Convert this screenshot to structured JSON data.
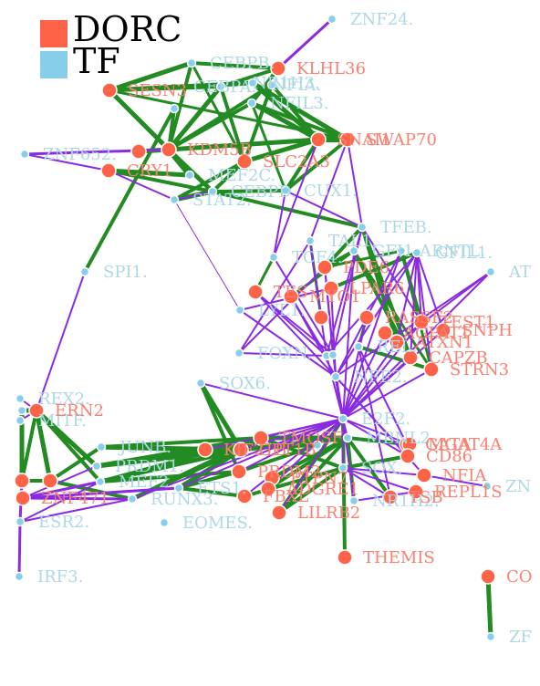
{
  "legend": [
    {
      "label": "DORC",
      "color": "#ff6347"
    },
    {
      "label": "TF",
      "color": "#87ceeb"
    }
  ],
  "colors": {
    "dorc_node": "#ff6347",
    "tf_node": "#87ceeb",
    "dorc_label": "#fa8072",
    "tf_label": "#add8e6",
    "edge_green": "#228b22",
    "edge_purple": "#8a2be2"
  },
  "nodes": [
    {
      "id": "ZNF24",
      "label": "ZNF24.",
      "type": "tf"
    },
    {
      "id": "CEBPB",
      "label": "CEBPB.",
      "type": "tf"
    },
    {
      "id": "KLHL36",
      "label": "KLHL36",
      "type": "dorc"
    },
    {
      "id": "SESN3",
      "label": "SESN3",
      "type": "dorc"
    },
    {
      "id": "CEBPA",
      "label": "CEBPA.",
      "type": "tf"
    },
    {
      "id": "NFIL3",
      "label": "NFIL3.",
      "type": "tf"
    },
    {
      "id": "NR1H3",
      "label": "NR1H3.",
      "type": "tf"
    },
    {
      "id": "NFIA",
      "label": "NFIA.",
      "type": "tf"
    },
    {
      "id": "SNAI1",
      "label": "SNAI1",
      "type": "dorc"
    },
    {
      "id": "SWAP70",
      "label": "SWAP70",
      "type": "dorc"
    },
    {
      "id": "ZNF652",
      "label": "ZNF652.",
      "type": "tf"
    },
    {
      "id": "CRY1",
      "label": "CRY1",
      "type": "dorc"
    },
    {
      "id": "KDM5B",
      "label": "KDM5B",
      "type": "dorc"
    },
    {
      "id": "SLC2A3",
      "label": "SLC2A3",
      "type": "dorc"
    },
    {
      "id": "MEF2C",
      "label": "MEF2C.",
      "type": "tf"
    },
    {
      "id": "STAT2",
      "label": "STAT2.",
      "type": "tf"
    },
    {
      "id": "CEBPD",
      "label": "CEBPD.",
      "type": "tf"
    },
    {
      "id": "CUX1",
      "label": "CUX1.",
      "type": "tf"
    },
    {
      "id": "TFEB",
      "label": "TFEB.",
      "type": "tf"
    },
    {
      "id": "TAL1",
      "label": "TAL1.",
      "type": "tf"
    },
    {
      "id": "TCF4",
      "label": "TCF4.",
      "type": "tf"
    },
    {
      "id": "ARNTL",
      "label": "ARNTL.",
      "type": "tf"
    },
    {
      "id": "GFI1",
      "label": "GFI1.",
      "type": "tf"
    },
    {
      "id": "GFIL1",
      "label": "GFIL1.",
      "type": "tf"
    },
    {
      "id": "AT",
      "label": "AT",
      "type": "tf"
    },
    {
      "id": "SPI1",
      "label": "SPI1.",
      "type": "tf"
    },
    {
      "id": "LYL1",
      "label": "LYL1.",
      "type": "tf"
    },
    {
      "id": "FOXN",
      "label": "FOXN.",
      "type": "tf"
    },
    {
      "id": "SOX6",
      "label": "SOX6.",
      "type": "tf"
    },
    {
      "id": "PDE6",
      "label": "PDE6",
      "type": "dorc"
    },
    {
      "id": "TES",
      "label": "TES",
      "type": "dorc"
    },
    {
      "id": "MYO1",
      "label": "MYO1",
      "type": "dorc"
    },
    {
      "id": "LPAR6",
      "label": "LPAR6",
      "type": "dorc"
    },
    {
      "id": "RASSF2",
      "label": "RASSF2",
      "type": "dorc"
    },
    {
      "id": "TEST1",
      "label": "TEST1",
      "type": "dorc"
    },
    {
      "id": "SNPH",
      "label": "SNPH",
      "type": "dorc"
    },
    {
      "id": "ATXN1",
      "label": "ATXN1",
      "type": "dorc"
    },
    {
      "id": "AGPAT1",
      "label": "AGPAT1",
      "type": "dorc"
    },
    {
      "id": "CAPZB",
      "label": "CAPZB",
      "type": "dorc"
    },
    {
      "id": "STRN3",
      "label": "STRN3",
      "type": "dorc"
    },
    {
      "id": "NFE2",
      "label": "NFE2.",
      "type": "tf"
    },
    {
      "id": "E2F2",
      "label": "E2F2.",
      "type": "tf"
    },
    {
      "id": "REL",
      "label": "REL.",
      "type": "tf"
    },
    {
      "id": "REX2",
      "label": "REX2.",
      "type": "tf"
    },
    {
      "id": "MITF",
      "label": "MITF.",
      "type": "tf"
    },
    {
      "id": "ERN2",
      "label": "ERN2",
      "type": "dorc"
    },
    {
      "id": "JUNB",
      "label": "JUNB.",
      "type": "tf"
    },
    {
      "id": "PRDM1",
      "label": "PRDM1.",
      "type": "tf"
    },
    {
      "id": "MEF2",
      "label": "MEF2.",
      "type": "tf"
    },
    {
      "id": "RUNX3",
      "label": "RUNX3.",
      "type": "tf"
    },
    {
      "id": "ETS1",
      "label": "ETS1.",
      "type": "tf"
    },
    {
      "id": "EOMES",
      "label": "EOMES.",
      "type": "tf"
    },
    {
      "id": "ZNF471",
      "label": "ZNF471",
      "type": "dorc"
    },
    {
      "id": "ESR2",
      "label": "ESR2.",
      "type": "tf"
    },
    {
      "id": "IRF3",
      "label": "IRF3.",
      "type": "tf"
    },
    {
      "id": "TMOSF",
      "label": "TMOSF",
      "type": "dorc"
    },
    {
      "id": "CPT1B",
      "label": "CPT1B",
      "type": "dorc"
    },
    {
      "id": "KIF21B",
      "label": "KIF21B",
      "type": "dorc"
    },
    {
      "id": "PRDM2",
      "label": "PRDM2",
      "type": "dorc"
    },
    {
      "id": "PTPN7",
      "label": "PTPN7",
      "type": "dorc"
    },
    {
      "id": "ADGRE1",
      "label": "ADGRE1",
      "type": "dorc"
    },
    {
      "id": "FBXL",
      "label": "FBXL",
      "type": "dorc"
    },
    {
      "id": "LILRB2",
      "label": "LILRB2",
      "type": "dorc"
    },
    {
      "id": "MBNL2",
      "label": "MBNL2.",
      "type": "tf"
    },
    {
      "id": "GATA",
      "label": "GATA",
      "type": "dorc"
    },
    {
      "id": "SOX",
      "label": "SOX.",
      "type": "tf"
    },
    {
      "id": "MGAT4A",
      "label": "MGAT4A",
      "type": "dorc"
    },
    {
      "id": "CD86",
      "label": "CD86",
      "type": "dorc"
    },
    {
      "id": "NFIA2",
      "label": "NFIA",
      "type": "dorc"
    },
    {
      "id": "REPL1S",
      "label": "REPL1S",
      "type": "dorc"
    },
    {
      "id": "NR1H2",
      "label": "NR1H2.",
      "type": "tf"
    },
    {
      "id": "TSB",
      "label": "TSB",
      "type": "dorc"
    },
    {
      "id": "ZN",
      "label": "ZN",
      "type": "tf"
    },
    {
      "id": "THEMIS",
      "label": "THEMIS",
      "type": "dorc"
    },
    {
      "id": "CO",
      "label": "CO",
      "type": "dorc"
    },
    {
      "id": "ZF",
      "label": "ZF",
      "type": "tf"
    }
  ]
}
